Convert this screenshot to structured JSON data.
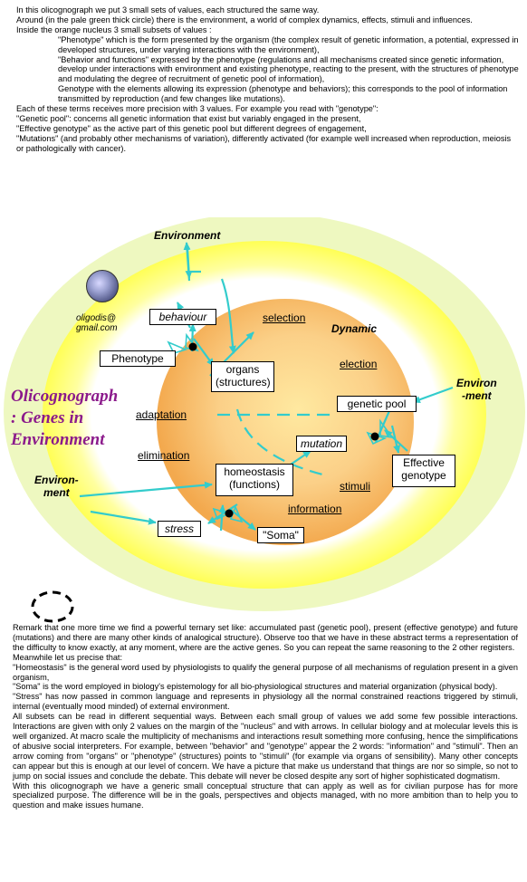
{
  "intro": {
    "l1": "In this olicognograph we put 3 small sets of values, each structured the same way.",
    "l2": "Around (in the pale green thick circle) there is the environment, a world of complex dynamics, effects, stimuli and influences.",
    "l3": "Inside the orange nucleus 3 small subsets of values :",
    "l4": "\"Phenotype\" which is the form presented by the organism (the complex result of genetic information, a potential, expressed in developed structures, under varying interactions with the environment),",
    "l5": "\"Behavior and functions\" expressed by the phenotype (regulations and all mechanisms created since genetic information, develop under interactions with environment and existing phenotype, reacting to the present, with the structures of phenotype and modulating the degree of recruitment of genetic pool of information),",
    "l6": "Genotype with the elements allowing its expression (phenotype and behaviors); this corresponds to the pool of information transmitted by reproduction (and few changes like mutations).",
    "l7": "Each of these terms receives more precision with 3 values. For example you read with \"genotype\":",
    "l8": "\"Genetic pool\": concerns all genetic information that exist but variably engaged in the present,",
    "l9": "\"Effective genotype\" as the active part of this genetic pool but different degrees of engagement,",
    "l10": "\"Mutations\" (and probably other mechanisms of variation), differently activated (for example well increased when reproduction, meiosis or pathologically with cancer)."
  },
  "diagram": {
    "env_top": "Environment",
    "env_right": "Environ\n-ment",
    "env_left": "Environ-\nment",
    "dynamic": "Dynamic",
    "email": "oligodis@\ngmail.com",
    "title": "Olicognograph\n: Genes in\nEnvironment",
    "behaviour": "behaviour",
    "phenotype": "Phenotype",
    "organs": "organs\n(structures)",
    "selection": "selection",
    "election": "election",
    "adaptation": "adaptation",
    "elimination": "elimination",
    "genetic_pool": "genetic  pool",
    "mutation": "mutation",
    "effective_genotype": "Effective\ngenotype",
    "homeostasis": "homeostasis\n(functions)",
    "stimuli": "stimuli",
    "information": "information",
    "stress": "stress",
    "soma": "\"Soma\""
  },
  "colors": {
    "outer_ring": "#eef8c0",
    "yellow_ring": "#ffff66",
    "nucleus": "#f7c070",
    "arrows": "#33cccc",
    "title": "#8b1a8b"
  },
  "footer": {
    "p1": "Remark that one more time we find a powerful ternary set like: accumulated past (genetic pool), present (effective genotype) and future (mutations) and there are many other kinds of analogical structure). Observe too that we have in these abstract terms a representation of the difficulty to know exactly, at any moment, where are the active genes. So you can repeat the same reasoning to the 2 other registers.",
    "p2": "Meanwhile let us precise that:",
    "p3": "\"Homeostasis\" is the general word used by physiologists to qualify the general purpose of all mechanisms of regulation present in a given organism,",
    "p4": "\"Soma\" is the word employed in biology's epistemology for all bio-physiological structures and material organization (physical body).",
    "p5": "\"Stress\" has now passed in common language and represents in physiology all the normal constrained reactions triggered by stimuli, internal (eventually mood minded) of external environment.",
    "p6": "All subsets can be read in different sequential ways. Between each small group of values we add some few possible interactions. Interactions are given with only 2 values on the margin of the \"nucleus\" and with arrows. In cellular biology and at molecular levels this is well organized. At macro scale the multiplicity of mechanisms and interactions result something more confusing, hence the simplifications of abusive social interpreters. For example, between \"behavior\" and \"genotype\" appear the 2 words: \"information\" and \"stimuli\". Then an arrow coming from \"organs\" or \"phenotype\" (structures) points to \"stimuli\" (for example via organs of sensibility). Many other concepts can appear but this is enough at our level of concern. We have a picture that make us understand that things are nor so simple, so not to jump on social issues and conclude the debate. This debate will never be closed despite any sort of higher sophisticated dogmatism.",
    "p7": "With this olicognograph we have a generic small conceptual structure that can apply as well as for civilian purpose has for more specialized purpose. The difference will be in the goals, perspectives and objects managed, with no more ambition than to help you to question and make issues humane."
  }
}
